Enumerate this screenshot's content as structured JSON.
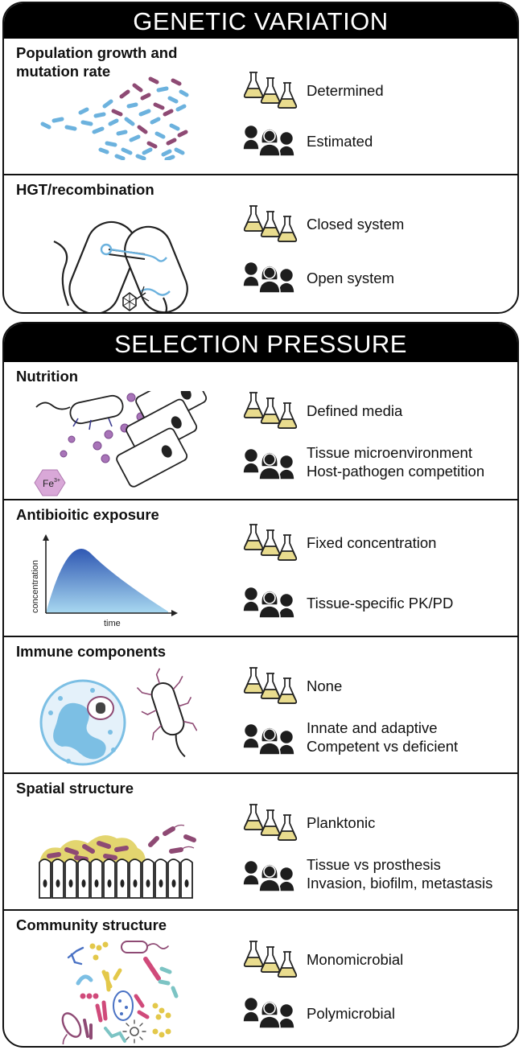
{
  "sections": {
    "genetic": {
      "title": "GENETIC VARIATION",
      "rows": [
        {
          "title_line1": "Population growth and",
          "title_line2": "mutation rate",
          "lab": [
            "Determined"
          ],
          "clinic": [
            "Estimated"
          ]
        },
        {
          "title_line1": "HGT/recombination",
          "lab": [
            "Closed system"
          ],
          "clinic": [
            "Open system"
          ]
        }
      ]
    },
    "selection": {
      "title": "SELECTION PRESSURE",
      "rows": [
        {
          "title_line1": "Nutrition",
          "lab": [
            "Defined media"
          ],
          "clinic": [
            "Tissue microenvironment",
            "Host-pathogen competition"
          ],
          "ion_label": "Fe",
          "ion_charge": "3+"
        },
        {
          "title_line1": "Antibioitic exposure",
          "lab": [
            "Fixed concentration"
          ],
          "clinic": [
            "Tissue-specific PK/PD"
          ],
          "y_axis_label": "concentration",
          "x_axis_label": "time"
        },
        {
          "title_line1": "Immune components",
          "lab": [
            "None"
          ],
          "clinic": [
            "Innate and adaptive",
            "Competent vs deficient"
          ]
        },
        {
          "title_line1": "Spatial structure",
          "lab": [
            "Planktonic"
          ],
          "clinic": [
            "Tissue vs prosthesis",
            "Invasion, biofilm, metastasis"
          ]
        },
        {
          "title_line1": "Community structure",
          "lab": [
            "Monomicrobial"
          ],
          "clinic": [
            "Polymicrobial"
          ]
        }
      ]
    }
  },
  "colors": {
    "bacteria_blue": "#6cb2de",
    "bacteria_purple": "#8e4a74",
    "flask_liquid": "#e9dc8e",
    "cell_blue": "#7cbfe4",
    "biofilm_yellow": "#e3d56f",
    "curve_dark": "#2f58b3",
    "curve_light": "#a8d8f0"
  },
  "icons": {
    "lab": "lab-flasks-icon",
    "clinic": "patients-icon"
  }
}
